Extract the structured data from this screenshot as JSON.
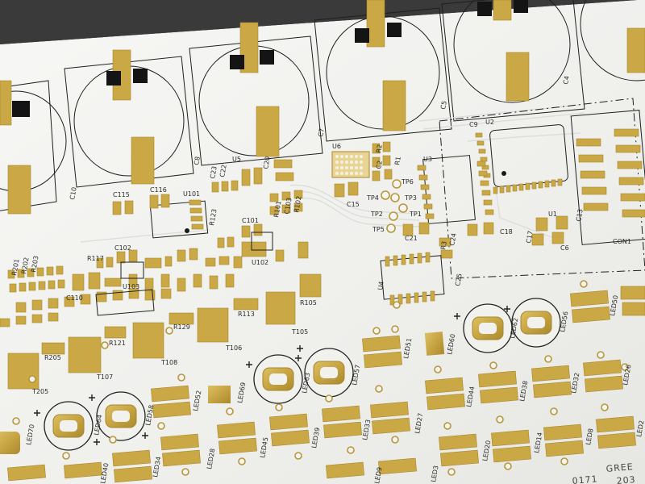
{
  "scene": {
    "description_free": true,
    "colors": {
      "board": "#f1f1ee",
      "copper": "#c9a845",
      "silkscreen": "#2b2b2b",
      "background": "#2a2a2a"
    }
  },
  "silkscreen": {
    "caps": [
      "C10",
      "C8",
      "C7",
      "C5",
      "C4"
    ],
    "upper_labels": [
      {
        "id": "c115",
        "text": "C115"
      },
      {
        "id": "c116",
        "text": "C116"
      },
      {
        "id": "u101",
        "text": "U101"
      },
      {
        "id": "c23",
        "text": "C23"
      },
      {
        "id": "c22",
        "text": "C22"
      },
      {
        "id": "u5",
        "text": "U5"
      },
      {
        "id": "c20",
        "text": "C20"
      },
      {
        "id": "u6",
        "text": "U6"
      },
      {
        "id": "c15",
        "text": "C15"
      },
      {
        "id": "c2",
        "text": "C2"
      },
      {
        "id": "r2",
        "text": "R2"
      },
      {
        "id": "r1",
        "text": "R1"
      },
      {
        "id": "tp4",
        "text": "TP4"
      },
      {
        "id": "tp6",
        "text": "TP6"
      },
      {
        "id": "tp3",
        "text": "TP3"
      },
      {
        "id": "tp2",
        "text": "TP2"
      },
      {
        "id": "tp1",
        "text": "TP1"
      },
      {
        "id": "tp5",
        "text": "TP5"
      },
      {
        "id": "u3",
        "text": "U3"
      },
      {
        "id": "c21",
        "text": "C21"
      },
      {
        "id": "c9",
        "text": "C9"
      },
      {
        "id": "u2",
        "text": "U2"
      },
      {
        "id": "c18",
        "text": "C18"
      },
      {
        "id": "u1",
        "text": "U1"
      },
      {
        "id": "c13",
        "text": "C13"
      },
      {
        "id": "c17",
        "text": "C17"
      },
      {
        "id": "c6",
        "text": "C6"
      },
      {
        "id": "con1",
        "text": "CON1"
      },
      {
        "id": "r3",
        "text": "R3"
      },
      {
        "id": "c24",
        "text": "C24"
      },
      {
        "id": "u4",
        "text": "U4"
      },
      {
        "id": "c25",
        "text": "C25"
      },
      {
        "id": "c101",
        "text": "C101"
      },
      {
        "id": "r101",
        "text": "R101"
      },
      {
        "id": "c103",
        "text": "C103"
      },
      {
        "id": "r102",
        "text": "R102"
      },
      {
        "id": "r123",
        "text": "R123"
      },
      {
        "id": "c102",
        "text": "C102"
      },
      {
        "id": "u102",
        "text": "U102"
      },
      {
        "id": "u103",
        "text": "U103"
      },
      {
        "id": "r117",
        "text": "R117"
      },
      {
        "id": "r201",
        "text": "R201"
      },
      {
        "id": "r202",
        "text": "R202"
      },
      {
        "id": "r203",
        "text": "R203"
      },
      {
        "id": "c110",
        "text": "C110"
      },
      {
        "id": "r113",
        "text": "R113"
      },
      {
        "id": "r105",
        "text": "R105"
      },
      {
        "id": "t105",
        "text": "T105"
      },
      {
        "id": "t106",
        "text": "T106"
      },
      {
        "id": "r129",
        "text": "R129"
      },
      {
        "id": "r121",
        "text": "R121"
      },
      {
        "id": "t108",
        "text": "T108"
      },
      {
        "id": "r205",
        "text": "R205"
      },
      {
        "id": "t107",
        "text": "T107"
      },
      {
        "id": "t205",
        "text": "T205"
      }
    ],
    "leds": [
      "LED70",
      "LED64",
      "LED58",
      "LED52",
      "LED69",
      "LED63",
      "LED57",
      "LED51",
      "LED60",
      "LED62",
      "LED56",
      "LED50",
      "LED44",
      "LED38",
      "LED32",
      "LED26",
      "LED45",
      "LED39",
      "LED33",
      "LED27",
      "LED40",
      "LED34",
      "LED28",
      "LED20",
      "LED14",
      "LED8",
      "LED2",
      "LED9",
      "LED3"
    ],
    "partial_text": [
      "GREE",
      "0171",
      "203"
    ]
  }
}
